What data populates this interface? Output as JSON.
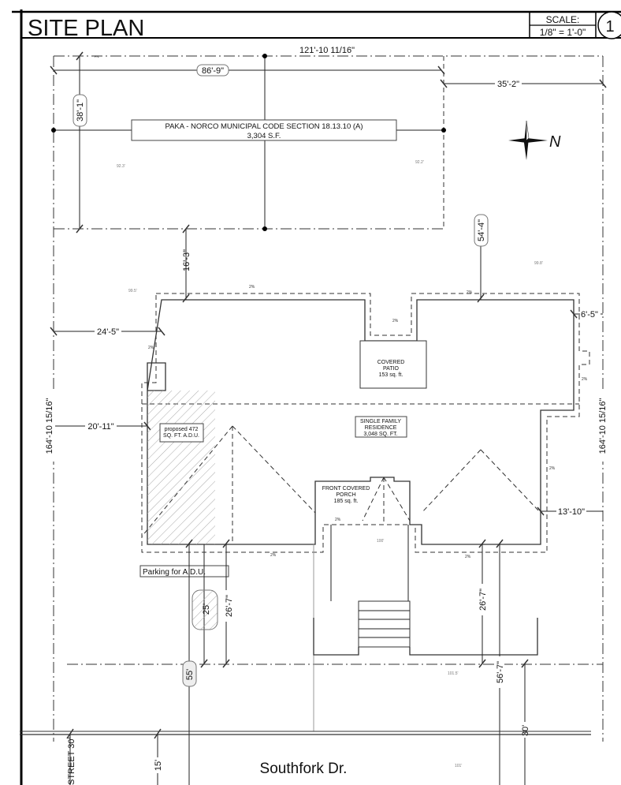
{
  "title": "SITE PLAN",
  "scale": {
    "label": "SCALE:",
    "value": "1/8\" = 1'-0\"",
    "sheet_number": "1"
  },
  "north_label": "N",
  "code_box": {
    "line1": "PAKA - NORCO MUNICIPAL CODE SECTION 18.13.10 (A)",
    "line2": "3,304 S.F."
  },
  "dimensions": {
    "overall_width": "121'-10 11/16\"",
    "d86_9": "86'-9\"",
    "d35_2": "35'-2\"",
    "d38_1": "38'-1\"",
    "d16_3": "16'-3\"",
    "d54_4": "54'-4\"",
    "d24_5": "24'-5\"",
    "d20_11": "20'-11\"",
    "d6_5": "6'-5\"",
    "d13_10": "13'-10\"",
    "depth_left": "164'-10 15/16\"",
    "depth_right": "164'-10 15/16\"",
    "d25": "25'",
    "d26_7_left": "26'-7\"",
    "d26_7_right": "26'-7\"",
    "d55": "55'",
    "d56_7": "56'-7\"",
    "d30": "30'",
    "d15": "15'",
    "street": "STREET 30'"
  },
  "rooms": {
    "patio": {
      "line1": "COVERED",
      "line2": "PATIO",
      "line3": "153 sq. ft."
    },
    "residence": {
      "line1": "SINGLE FAMILY",
      "line2": "RESIDENCE",
      "line3": "3,048 SQ. FT."
    },
    "adu": {
      "line1": "proposed 472",
      "line2": "SQ. FT. A.D.U."
    },
    "porch": {
      "line1": "FRONT COVERED",
      "line2": "PORCH",
      "line3": "185 sq. ft."
    },
    "parking": "Parking for A.D.U."
  },
  "elevations": [
    "92.3'",
    "92.2'",
    "99.5'",
    "99.8'",
    "100'",
    "101.5'",
    "101'"
  ],
  "slope": "2%",
  "property_line_tag": "P/L",
  "street_name": "Southfork Dr."
}
